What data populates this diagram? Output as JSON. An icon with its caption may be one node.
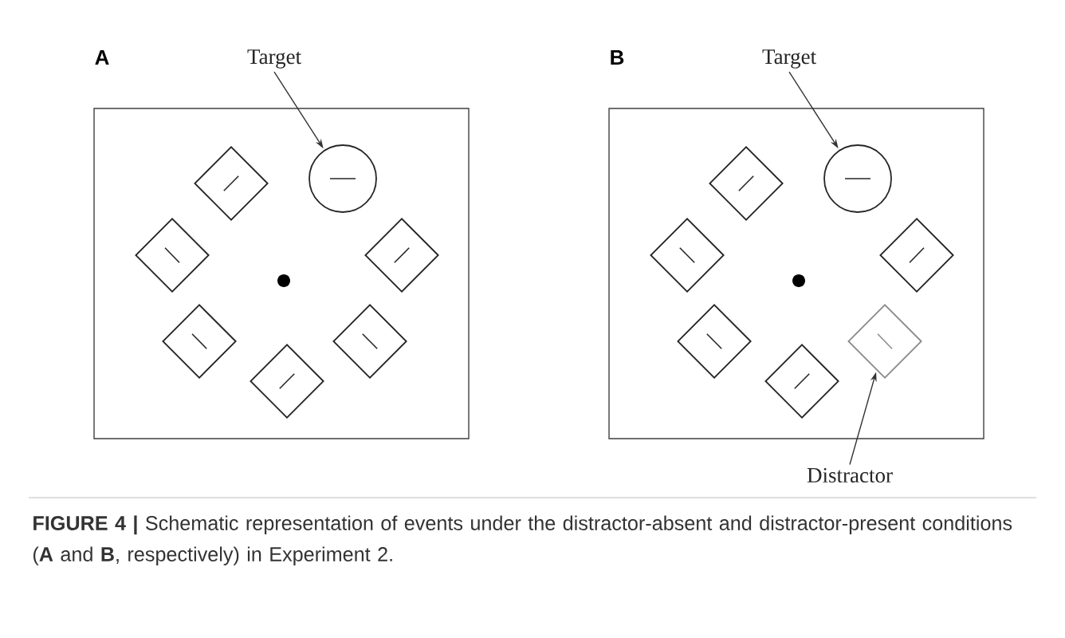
{
  "diagram": {
    "caption": "**FIGURE 4 |** Schematic representation of events under the distractor-absent and distractor-present conditions (**A** and **B**, respectively) in Experiment 2.",
    "nodes": [
      {
        "text": [
          "A"
        ]
      },
      {
        "text": [
          "Target"
        ]
      },
      {
        "text": [],
        "shape": "circle",
        "in": 0
      },
      {
        "text": [],
        "shape": "diamond",
        "in": 0
      },
      {
        "text": [],
        "shape": "diamond",
        "in": 0
      },
      {
        "text": [],
        "shape": "diamond",
        "in": 0
      },
      {
        "text": [],
        "shape": "diamond",
        "in": 0
      },
      {
        "text": [],
        "shape": "diamond",
        "in": 0
      },
      {
        "text": [],
        "shape": "diamond",
        "in": 0
      },
      {
        "text": [
          "B"
        ]
      },
      {
        "text": [
          "Target"
        ]
      },
      {
        "text": [],
        "shape": "circle",
        "in": 9
      },
      {
        "text": [],
        "shape": "diamond",
        "in": 9
      },
      {
        "text": [],
        "shape": "diamond",
        "in": 9
      },
      {
        "text": [],
        "shape": "diamond",
        "in": 9
      },
      {
        "text": [],
        "shape": "diamond",
        "in": 9
      },
      {
        "text": [],
        "shape": "diamond",
        "in": 9
      },
      {
        "text": [],
        "shape": "diamond",
        "in": 9
      },
      {
        "text": [
          "Distractor"
        ]
      }
    ],
    "edges": [
      {
        "from": 1,
        "to": 2,
        "arrow": "to"
      },
      {
        "from": 10,
        "to": 11,
        "arrow": "to"
      },
      {
        "from": 18,
        "to": 17,
        "arrow": "to"
      }
    ]
  }
}
